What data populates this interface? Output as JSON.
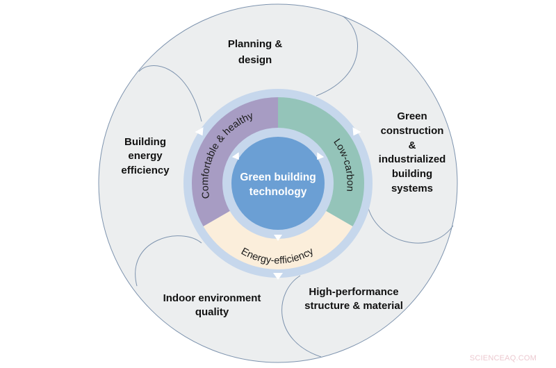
{
  "diagram": {
    "center": {
      "lines": [
        "Green building",
        "technology"
      ],
      "color": "#6b9fd4"
    },
    "ring_segments": [
      {
        "label": "Comfortable & healthy",
        "color": "#a79cc3"
      },
      {
        "label": "Low-carbon",
        "color": "#94c4b9"
      },
      {
        "label": "Energy-efficiency",
        "color": "#fbeedb"
      }
    ],
    "ring_border_color": "#c6d7ec",
    "outer_fill_color": "#eceeef",
    "outer_stroke_color": "#7d93ae",
    "outer_areas": [
      {
        "id": "planning",
        "lines": [
          "Planning &",
          "design"
        ]
      },
      {
        "id": "green-construction",
        "lines": [
          "Green",
          "construction",
          "&",
          "industrialized",
          "building",
          "systems"
        ]
      },
      {
        "id": "high-performance",
        "lines": [
          "High-performance",
          "structure & material"
        ]
      },
      {
        "id": "indoor-environment",
        "lines": [
          "Indoor environment",
          "quality"
        ]
      },
      {
        "id": "building-energy",
        "lines": [
          "Building",
          "energy",
          "efficiency"
        ]
      }
    ]
  },
  "watermark": "SCIENCEAQ.COM"
}
